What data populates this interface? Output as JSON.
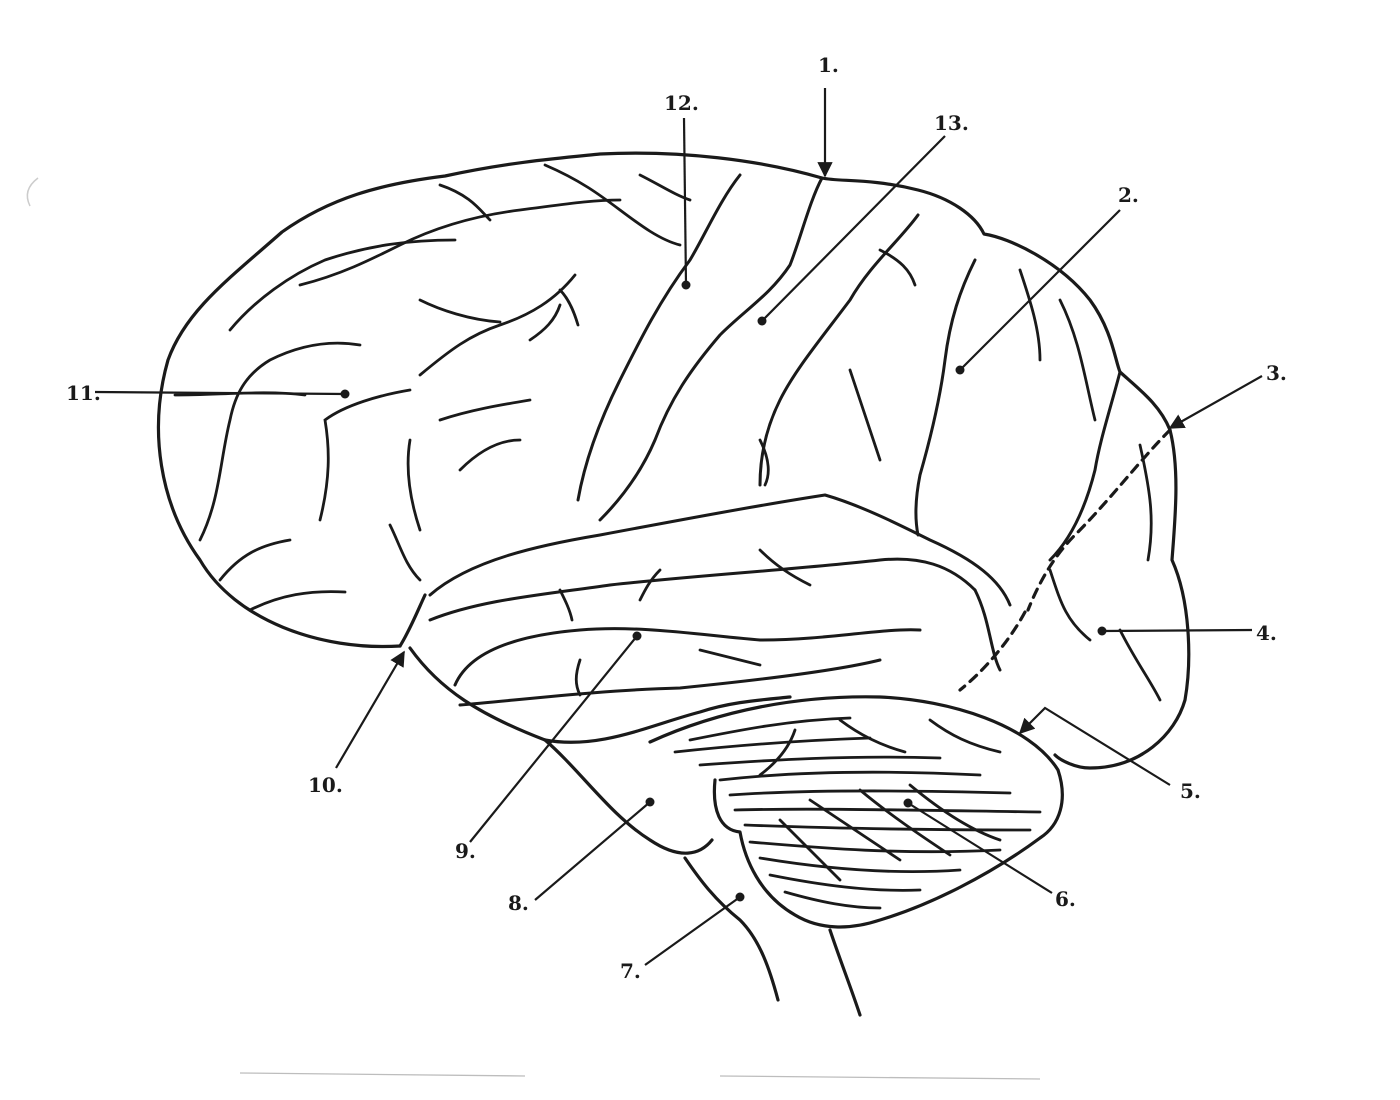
{
  "diagram": {
    "labels": [
      {
        "id": "1",
        "text": "1."
      },
      {
        "id": "2",
        "text": "2."
      },
      {
        "id": "3",
        "text": "3."
      },
      {
        "id": "4",
        "text": "4."
      },
      {
        "id": "5",
        "text": "5."
      },
      {
        "id": "6",
        "text": "6."
      },
      {
        "id": "7",
        "text": "7."
      },
      {
        "id": "8",
        "text": "8."
      },
      {
        "id": "9",
        "text": "9."
      },
      {
        "id": "10",
        "text": "10."
      },
      {
        "id": "11",
        "text": "11."
      },
      {
        "id": "12",
        "text": "12."
      },
      {
        "id": "13",
        "text": "13."
      }
    ]
  }
}
